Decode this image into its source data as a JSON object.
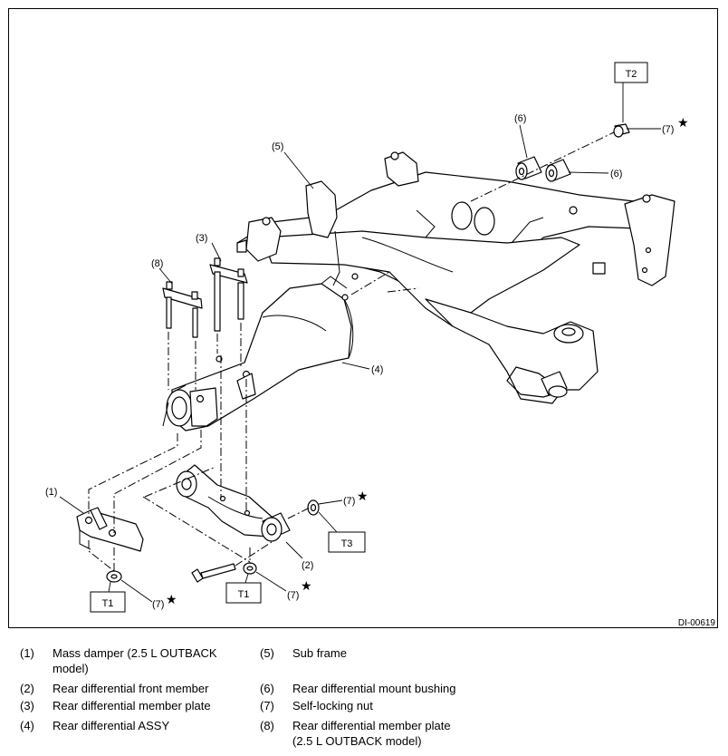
{
  "figure": {
    "code": "DI-00619",
    "callouts": {
      "c1": "(1)",
      "c2": "(2)",
      "c3": "(3)",
      "c4": "(4)",
      "c5": "(5)",
      "c6a": "(6)",
      "c6b": "(6)",
      "c7a": "(7)",
      "c7b": "(7)",
      "c7c": "(7)",
      "c7d": "(7)",
      "c8": "(8)"
    },
    "torque_labels": {
      "t1a": "T1",
      "t1b": "T1",
      "t2": "T2",
      "t3": "T3"
    },
    "star_symbol": "★"
  },
  "legend": [
    {
      "num": "(1)",
      "line1": "Mass damper (2.5 L OUTBACK",
      "line2": "model)"
    },
    {
      "num": "(2)",
      "line1": "Rear differential front member"
    },
    {
      "num": "(3)",
      "line1": "Rear differential member plate"
    },
    {
      "num": "(4)",
      "line1": "Rear differential ASSY"
    },
    {
      "num": "(5)",
      "line1": "Sub frame"
    },
    {
      "num": "(6)",
      "line1": "Rear differential mount bushing"
    },
    {
      "num": "(7)",
      "line1": "Self-locking nut"
    },
    {
      "num": "(8)",
      "line1": "Rear differential member plate",
      "line2": "(2.5 L OUTBACK model)"
    }
  ]
}
